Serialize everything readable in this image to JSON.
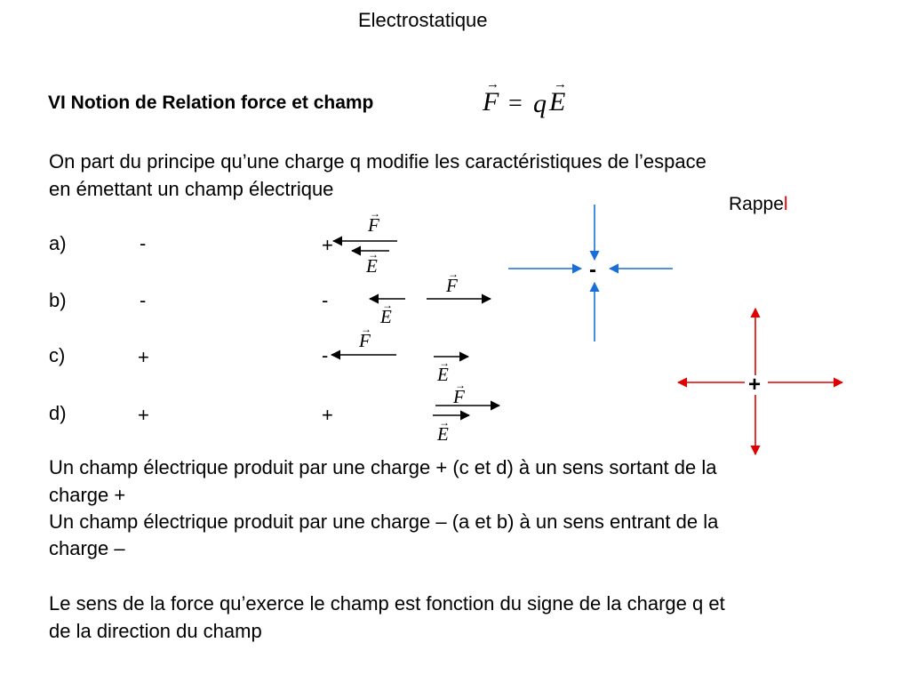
{
  "slide": {
    "title": "Electrostatique",
    "heading": "VI Notion de Relation force et champ",
    "formula": {
      "lhs": "F",
      "eq": "=",
      "q": "q",
      "rhs": "E",
      "arrow": "→"
    },
    "intro_line1": "On part du principe qu’une charge q modifie les caractéristiques de l’espace",
    "intro_line2": "en émettant un champ électrique",
    "rappel_prefix": "Rappe",
    "rappel_last": "l",
    "cases": [
      {
        "label": "a)",
        "charge1": "-",
        "charge2": "+"
      },
      {
        "label": "b)",
        "charge1": "-",
        "charge2": "-"
      },
      {
        "label": "c)",
        "charge1": "+",
        "charge2": "-"
      },
      {
        "label": "d)",
        "charge1": "+",
        "charge2": "+"
      }
    ],
    "vec_F": "F",
    "vec_E": "E",
    "vec_arrow": "→",
    "minus_sign": "-",
    "plus_sign": "+",
    "conclusion1_line1": "Un champ électrique produit par une charge + (c et d) à un sens sortant de la",
    "conclusion1_line2": "charge +",
    "conclusion2_line1": "Un champ électrique produit par une charge – (a et b) à un sens entrant de la",
    "conclusion2_line2": "charge –",
    "conclusion3_line1": "Le sens de la force qu’exerce le champ est fonction du signe de la charge q et",
    "conclusion3_line2": "de la direction du champ"
  },
  "colors": {
    "blue": "#1a6fd6",
    "red": "#e00000",
    "text": "#000000"
  }
}
